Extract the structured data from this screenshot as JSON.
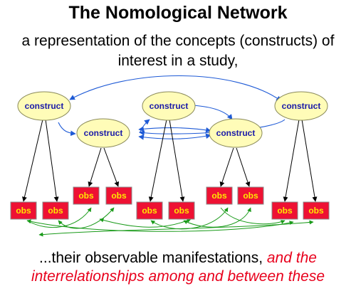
{
  "title": "The Nomological Network",
  "subtitle_line1": "a representation of the concepts (constructs) of",
  "subtitle_line2": "interest in a study,",
  "caption_plain": "...their observable manifestations,",
  "caption_italic_1": "and the",
  "caption_italic_2": "interrelationships among and between these",
  "construct_label": "construct",
  "obs_label": "obs",
  "colors": {
    "construct_fill": "#fffcb8",
    "construct_stroke": "#8a8a5a",
    "construct_text": "#1a1aa8",
    "obs_fill": "#ee1133",
    "obs_text": "#ffe600",
    "construct_link": "#1e5ad6",
    "obs_link": "#199a19",
    "measure_arrow": "#000000",
    "emphasis_text": "#e8001c"
  }
}
